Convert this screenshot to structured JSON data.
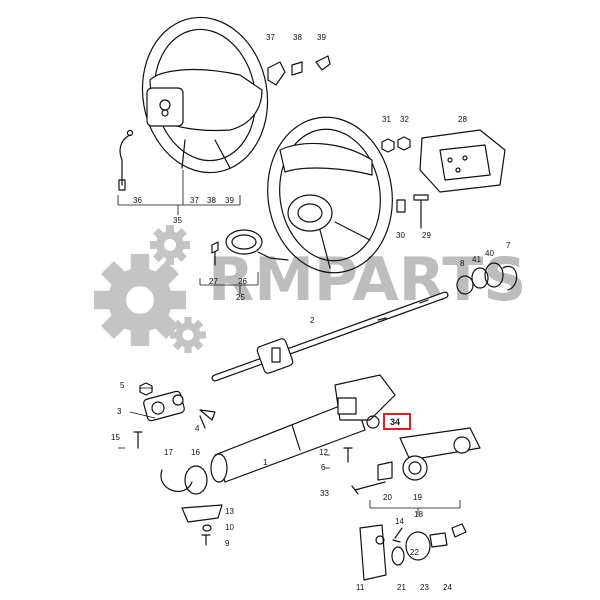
{
  "watermark": {
    "text": "RMPARTS",
    "color": "#bdbdbd"
  },
  "highlight_color": "#e02020",
  "callouts": {
    "c1": "1",
    "c2": "2",
    "c3": "3",
    "c4": "4",
    "c5": "5",
    "c6": "6",
    "c7": "7",
    "c8": "8",
    "c9": "9",
    "c10": "10",
    "c11": "11",
    "c12": "12",
    "c13": "13",
    "c14": "14",
    "c15": "15",
    "c16": "16",
    "c17": "17",
    "c18": "18",
    "c19": "19",
    "c20": "20",
    "c21": "21",
    "c22": "22",
    "c23": "23",
    "c24": "24",
    "c25": "25",
    "c26": "26",
    "c27": "27",
    "c28": "28",
    "c29": "29",
    "c30": "30",
    "c31": "31",
    "c32": "32",
    "c33": "33",
    "c34": "34",
    "c35": "35",
    "c36": "36",
    "c37a": "37",
    "c37b": "37",
    "c38a": "38",
    "c38b": "38",
    "c39a": "39",
    "c39b": "39",
    "c40": "40",
    "c41": "41"
  }
}
